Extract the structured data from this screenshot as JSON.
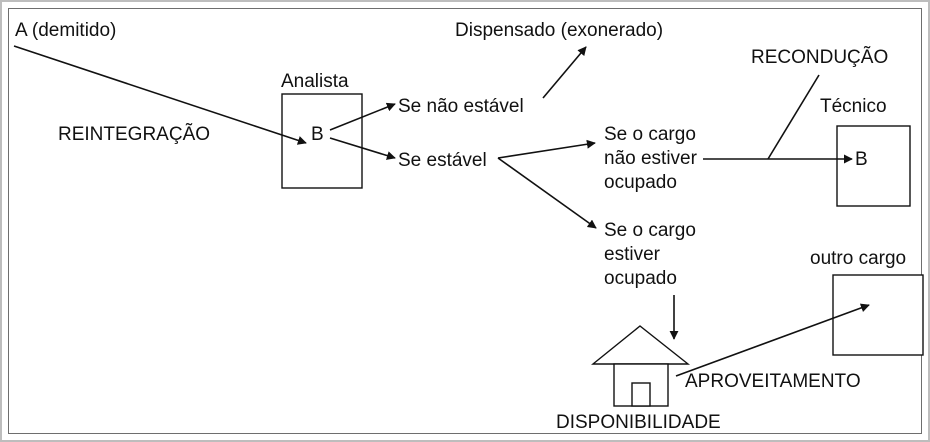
{
  "diagram": {
    "labels": {
      "a_demitido": "A (demitido)",
      "dispensado": "Dispensado (exonerado)",
      "reconducao": "RECONDUÇÃO",
      "analista": "Analista",
      "tecnico": "Técnico",
      "reintegracao": "REINTEGRAÇÃO",
      "b_analista": "B",
      "b_tecnico": "B",
      "se_nao_estavel": "Se não estável",
      "se_estavel": "Se estável",
      "cargo_nao_ocupado": [
        "Se o cargo",
        "não estiver",
        "ocupado"
      ],
      "cargo_ocupado": [
        "Se o cargo",
        "estiver",
        "ocupado"
      ],
      "outro_cargo": "outro cargo",
      "aproveitamento": "APROVEITAMENTO",
      "disponibilidade": "DISPONIBILIDADE"
    }
  }
}
